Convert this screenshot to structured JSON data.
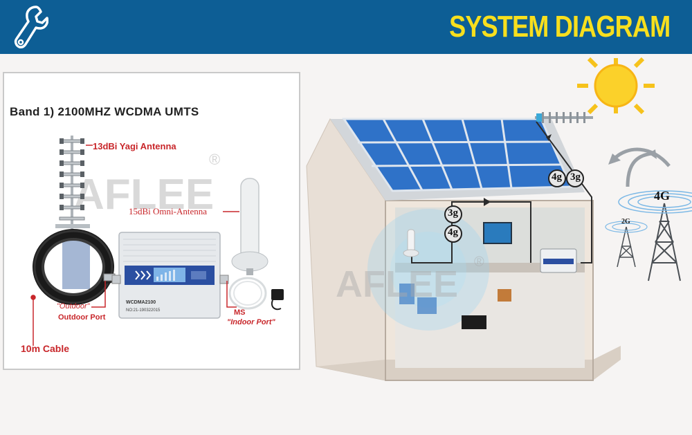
{
  "header": {
    "title": "SYSTEM DIAGRAM",
    "background": "#0d5e95",
    "title_color": "#f7df1e",
    "icon": "wrench-icon"
  },
  "kit": {
    "band_title": "Band 1) 2100MHZ  WCDMA UMTS",
    "yagi_label": "13dBi Yagi Antenna",
    "omni_label": "15dBi Omni-Antenna",
    "outdoor_quoted": "\"Outdoor\"",
    "outdoor_port": "Outdoor Port",
    "ms_label": "MS",
    "indoor_port": "\"Indoor Port\"",
    "cable_label": "10m Cable",
    "device_model": "WCDMA2100",
    "device_serial": "NO:21-190322015",
    "watermark": "AFLEE",
    "registered": "®"
  },
  "scene": {
    "roof_badge_left": "4g",
    "roof_badge_right": "3g",
    "indoor_badge_top": "3g",
    "indoor_badge_bottom": "4g",
    "tower_large": "4G",
    "tower_small": "2G",
    "watermark": "AFLEE",
    "registered": "®",
    "label_color": "#c8262a"
  }
}
